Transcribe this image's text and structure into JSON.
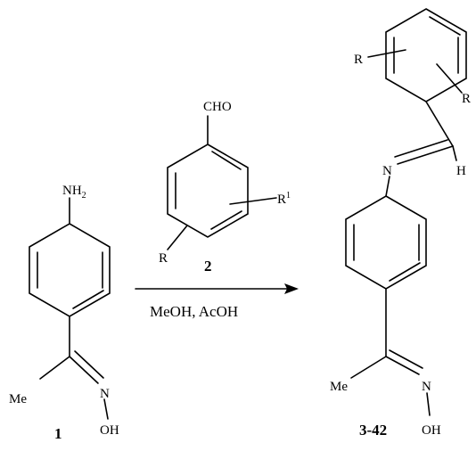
{
  "reactant1": {
    "amino_group": "NH",
    "amino_subscript": "2",
    "methyl": "Me",
    "oxime_n": "N",
    "oxime_oh": "OH",
    "compound_number": "1"
  },
  "reactant2": {
    "aldehyde": "CHO",
    "substituent_r": "R",
    "substituent_r1": "R",
    "r1_superscript": "1",
    "compound_number": "2"
  },
  "arrow": {
    "conditions": "MeOH, AcOH"
  },
  "product": {
    "substituent_r_left": "R",
    "substituent_r_right": "R",
    "imine_n": "N",
    "imine_h": "H",
    "methyl": "Me",
    "oxime_n": "N",
    "oxime_oh": "OH",
    "compound_number": "3-42"
  }
}
